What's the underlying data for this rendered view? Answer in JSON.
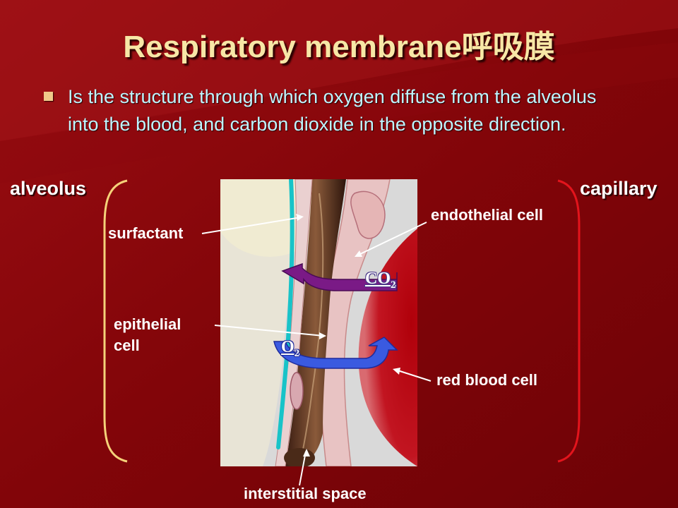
{
  "slide": {
    "title": "Respiratory membrane呼吸膜",
    "bullet": "Is the structure through which oxygen diffuse from the alveolus into the blood, and carbon dioxide in the opposite direction."
  },
  "sides": {
    "left": "alveolus",
    "right": "capillary"
  },
  "labels": {
    "surfactant": "surfactant",
    "endothelial": "endothelial cell",
    "epithelial_line1": "epithelial",
    "epithelial_line2": "cell",
    "red_blood_cell": "red blood cell",
    "interstitial": "interstitial space"
  },
  "gases": {
    "co2_main": "CO",
    "co2_sub": "2",
    "o2_main": "O",
    "o2_sub": "2"
  },
  "colors": {
    "background": "#7d0308",
    "title": "#f7e7a6",
    "bullet_text": "#bff5ff",
    "alveolus_bracket": "#f5d27a",
    "capillary_bracket": "#e3141c",
    "co2_arrow": "#7a1a86",
    "o2_arrow": "#3a5ae0"
  }
}
